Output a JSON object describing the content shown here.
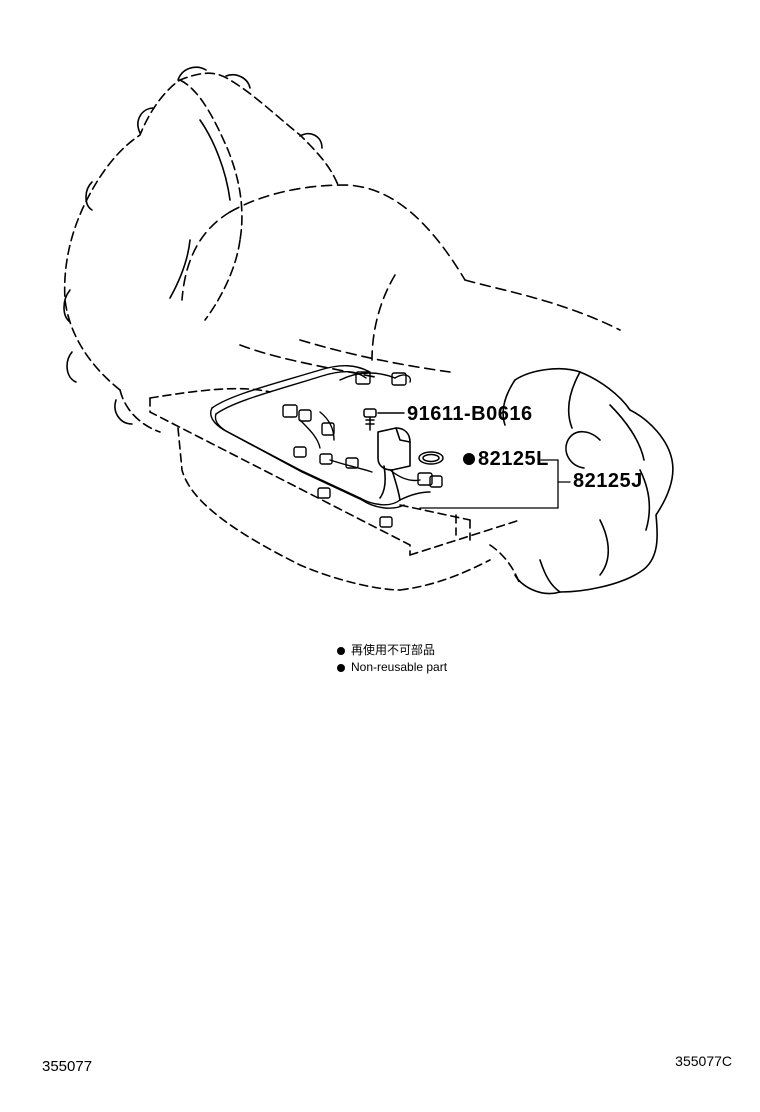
{
  "callouts": {
    "bolt_part_no": "91611-B0616",
    "gasket_part_no": "82125L",
    "harness_assy_part_no": "82125J"
  },
  "legend": {
    "marker_icon": "filled-circle-icon",
    "text_jp": "再使用不可部品",
    "text_en": "Non-reusable part"
  },
  "footer": {
    "figure_id_left": "355077",
    "figure_id_right": "355077C"
  },
  "colors": {
    "line": "#000000",
    "background": "#ffffff"
  }
}
